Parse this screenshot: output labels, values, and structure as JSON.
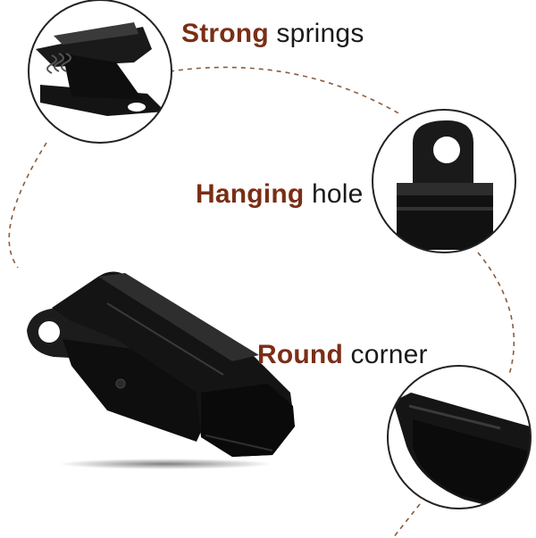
{
  "features": [
    {
      "highlight": "Strong",
      "rest": "springs"
    },
    {
      "highlight": "Hanging",
      "rest": "hole"
    },
    {
      "highlight": "Round",
      "rest": "corner"
    }
  ],
  "colors": {
    "highlight": "#7a2e15",
    "text": "#1a1a1a",
    "dashed_path": "#8a5a3c",
    "product": "#111111",
    "background": "#ffffff"
  }
}
